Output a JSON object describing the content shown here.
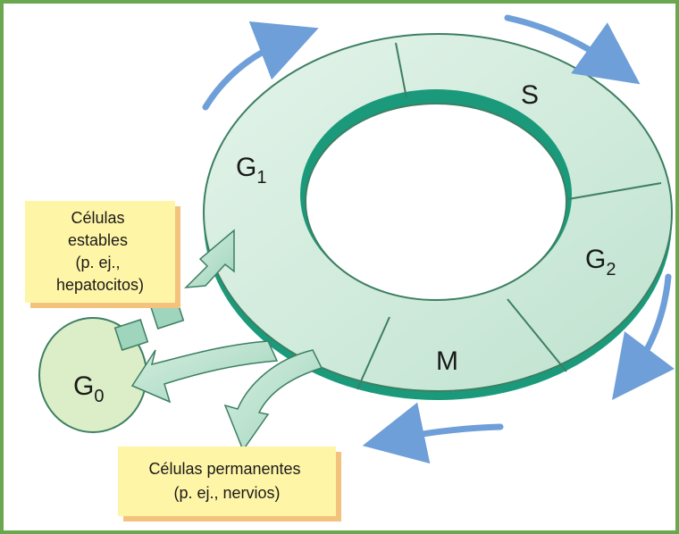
{
  "phases": {
    "g1": {
      "letter": "G",
      "sub": "1"
    },
    "s": {
      "letter": "S"
    },
    "g2": {
      "letter": "G",
      "sub": "2"
    },
    "m": {
      "letter": "M"
    },
    "g0": {
      "letter": "G",
      "sub": "0"
    }
  },
  "notes": {
    "stable": [
      "Células",
      "estables",
      "(p. ej.,",
      "hepatocitos)"
    ],
    "permanent": [
      "Células permanentes",
      "(p. ej., nervios)"
    ]
  },
  "colors": {
    "border": "#6aa84f",
    "ring_fill": "#cfead9",
    "ring_stroke": "#3d7f63",
    "ring_side": "#1a9a7a",
    "g0_fill": "#dbeec7",
    "note_fill": "#fff5a6",
    "note_shadow": "#f3c27d",
    "cycle_arrow": "#6f9fd8"
  }
}
